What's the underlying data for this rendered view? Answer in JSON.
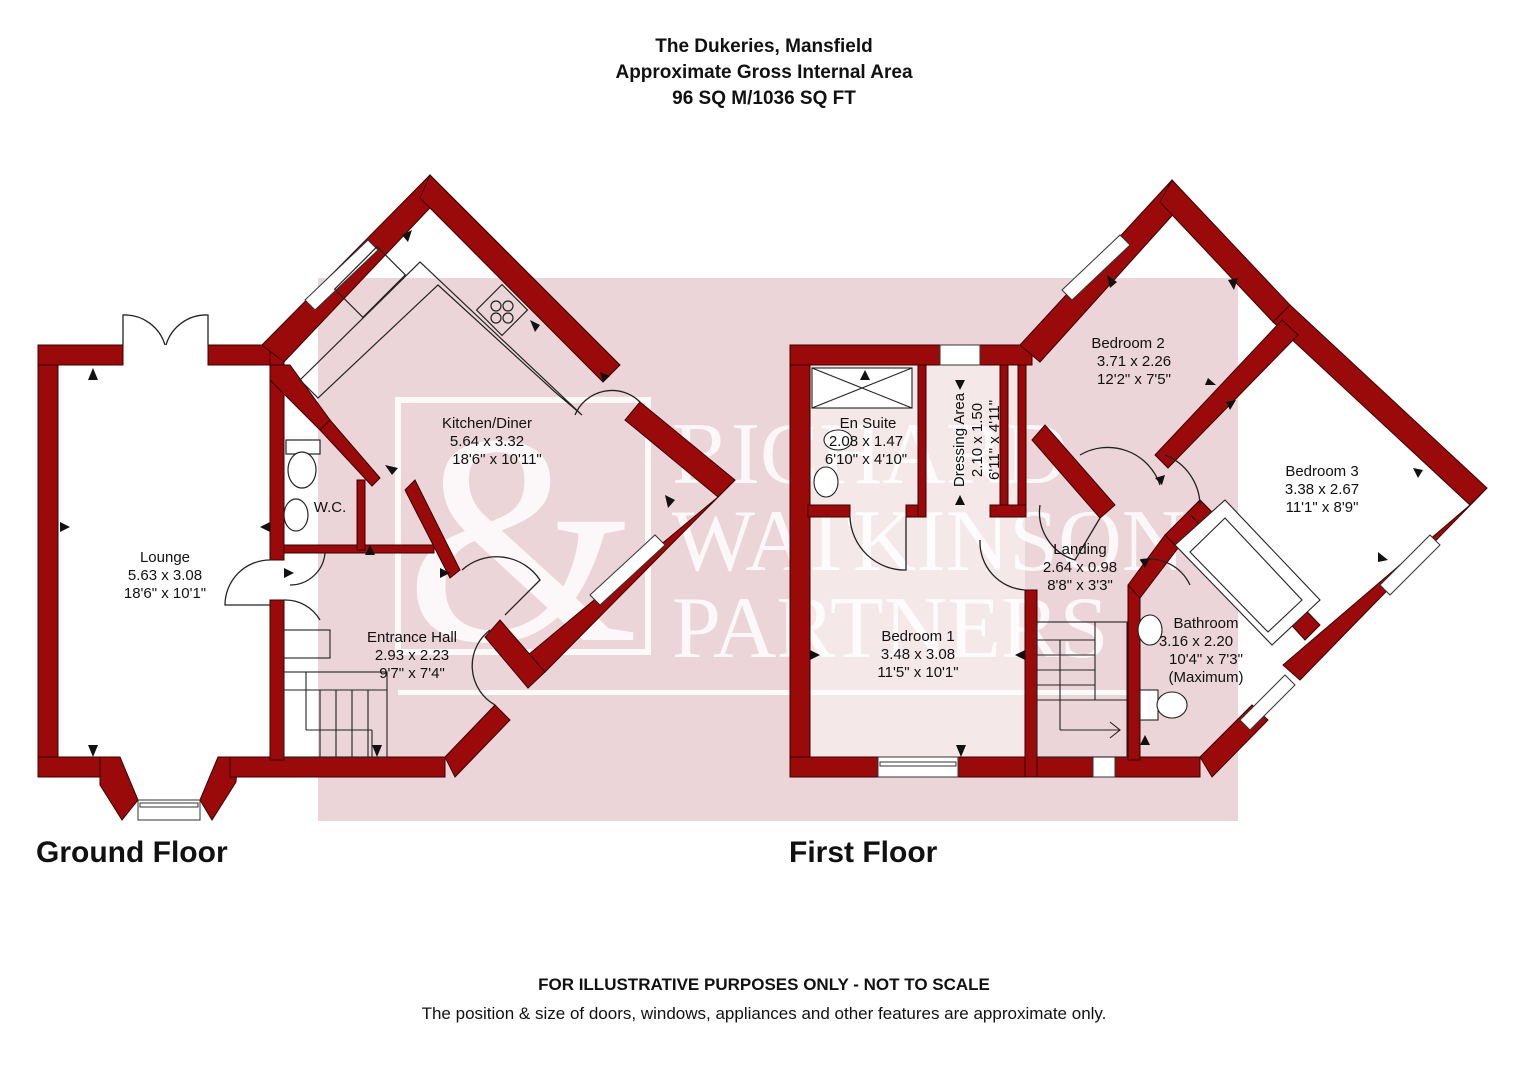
{
  "header": {
    "title": "The Dukeries, Mansfield",
    "subtitle": "Approximate Gross Internal Area",
    "area": "96 SQ M/1036 SQ FT"
  },
  "floors": {
    "ground": "Ground Floor",
    "first": "First Floor"
  },
  "watermark": {
    "line1": "RICHARD",
    "line2": "WATKINSON",
    "line3": "PARTNERS"
  },
  "rooms": {
    "lounge": {
      "name": "Lounge",
      "metric": "5.63 x 3.08",
      "imperial": "18'6\" x 10'1\""
    },
    "kitchen": {
      "name": "Kitchen/Diner",
      "metric": "5.64 x 3.32",
      "imperial": "18'6\" x 10'11\""
    },
    "wc": {
      "name": "W.C."
    },
    "hall": {
      "name": "Entrance Hall",
      "metric": "2.93 x 2.23",
      "imperial": "9'7\" x 7'4\""
    },
    "ensuite": {
      "name": "En Suite",
      "metric": "2.08 x 1.47",
      "imperial": "6'10\" x 4'10\""
    },
    "dressing": {
      "name": "Dressing Area",
      "metric": "2.10 x 1.50",
      "imperial": "6'11\" x 4'11\""
    },
    "bedroom1": {
      "name": "Bedroom 1",
      "metric": "3.48 x 3.08",
      "imperial": "11'5\" x 10'1\""
    },
    "bedroom2": {
      "name": "Bedroom 2",
      "metric": "3.71 x 2.26",
      "imperial": "12'2\" x 7'5\""
    },
    "bedroom3": {
      "name": "Bedroom 3",
      "metric": "3.38 x 2.67",
      "imperial": "11'1\" x 8'9\""
    },
    "landing": {
      "name": "Landing",
      "metric": "2.64 x 0.98",
      "imperial": "8'8\" x 3'3\""
    },
    "bathroom": {
      "name": "Bathroom",
      "metric": "3.16 x 2.20",
      "imperial": "10'4\" x 7'3\"",
      "note": "(Maximum)"
    }
  },
  "footer": {
    "disclaimer": "FOR ILLUSTRATIVE PURPOSES ONLY - NOT TO SCALE",
    "note": "The position & size of doors, windows, appliances and other features are approximate only."
  },
  "colors": {
    "wall": "#9b0a0a",
    "watermark_bg": "#ecd5d8",
    "background": "#ffffff"
  }
}
